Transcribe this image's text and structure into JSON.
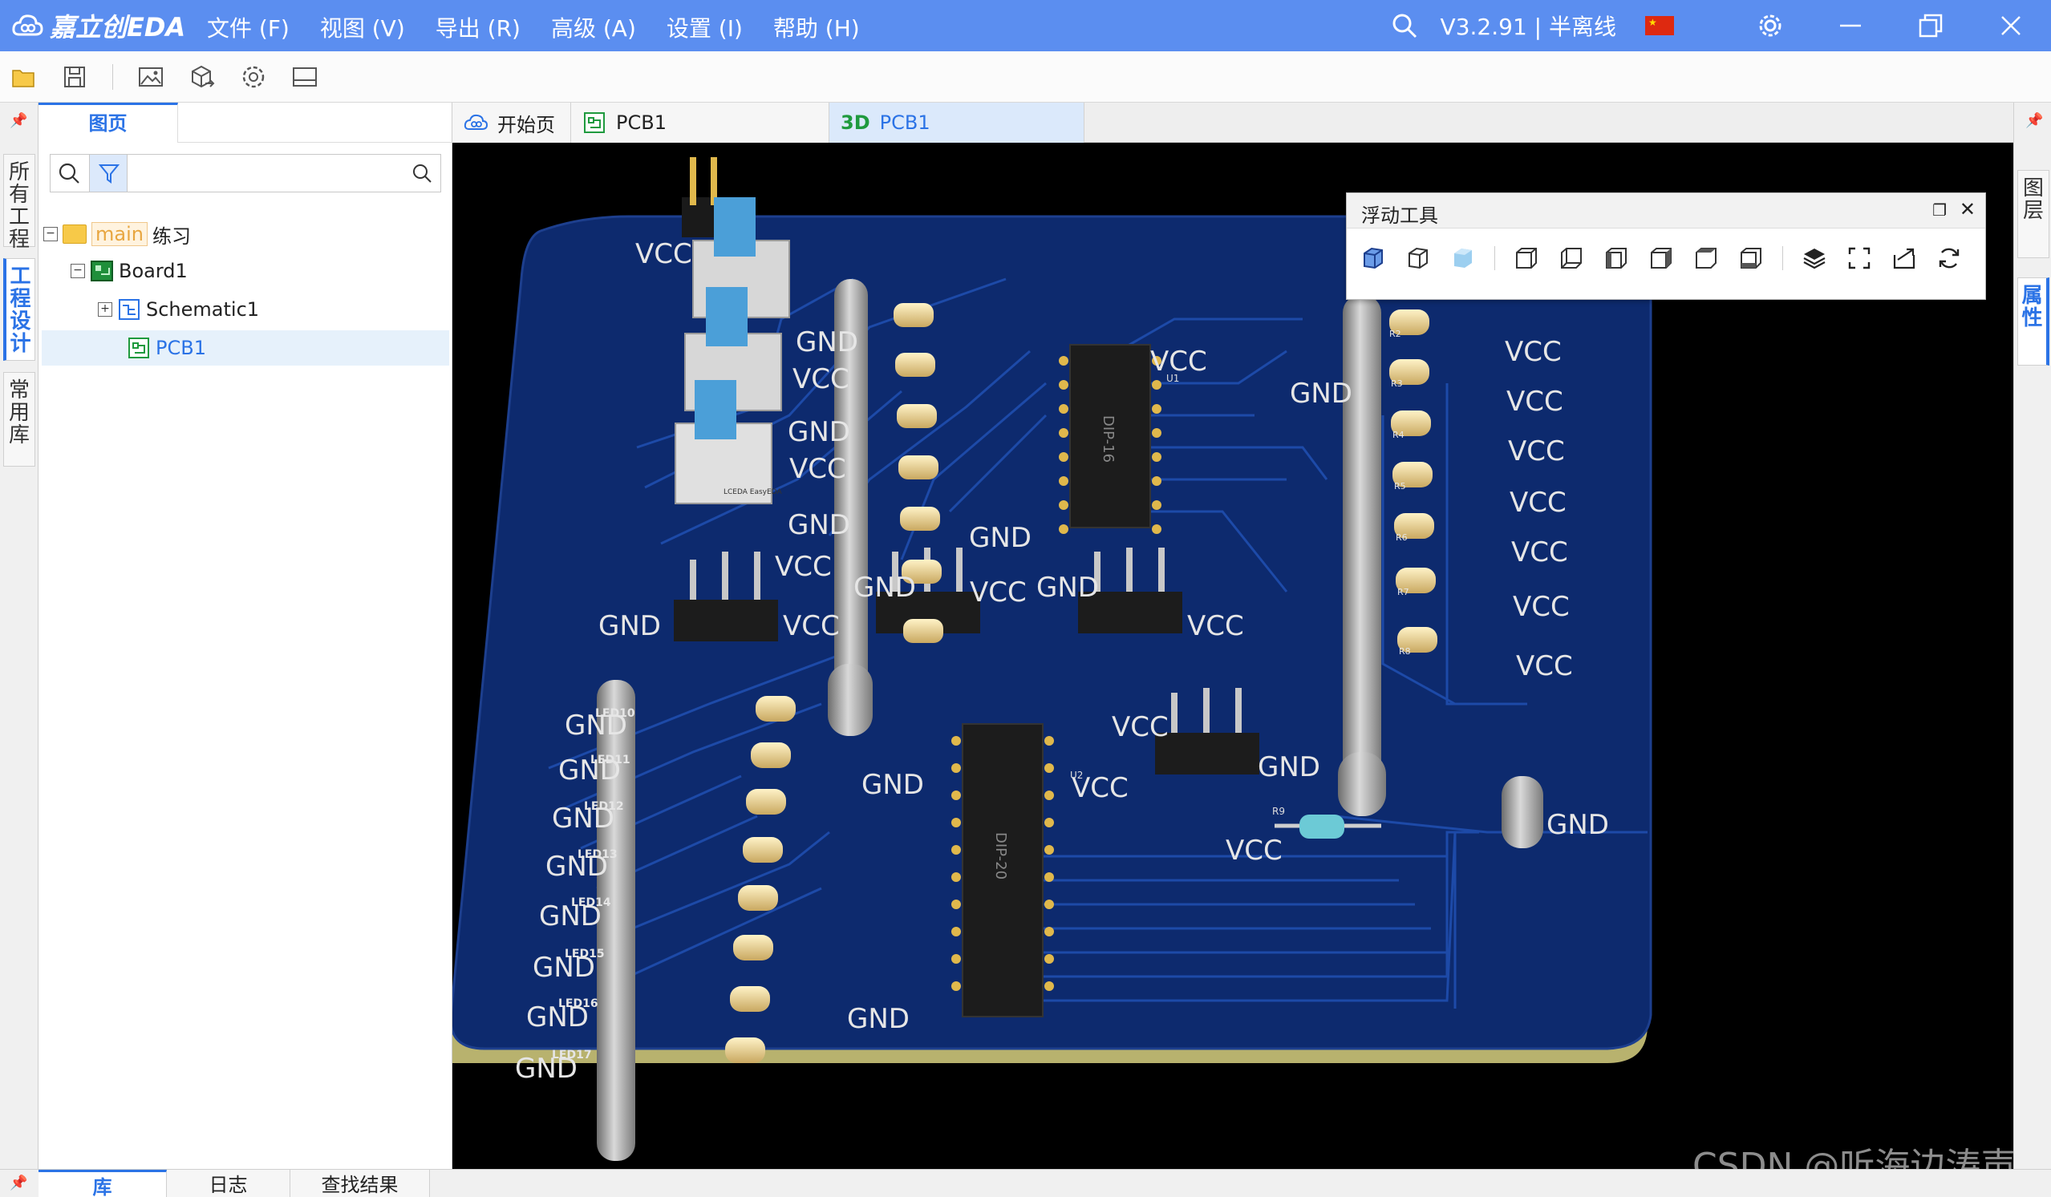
{
  "app": {
    "name": "嘉立创EDA",
    "version": "V3.2.91 | 半离线"
  },
  "menu": [
    "文件 (F)",
    "视图 (V)",
    "导出 (R)",
    "高级 (A)",
    "设置 (I)",
    "帮助 (H)"
  ],
  "toolbar": {
    "icons": [
      "folder-open-icon",
      "save-icon",
      "image-icon",
      "cube-export-icon",
      "gear-icon",
      "panel-icon"
    ]
  },
  "left_tabs": [
    "所有工程",
    "工程设计",
    "常用库"
  ],
  "right_tabs": [
    "图层",
    "属性"
  ],
  "project_panel": {
    "tab": "图页",
    "search_placeholder": "",
    "tree": {
      "project_tag": "main",
      "project_name": "练习",
      "board": "Board1",
      "schematic": "Schematic1",
      "pcb": "PCB1"
    }
  },
  "doc_tabs": [
    {
      "label": "开始页",
      "icon": "cloud-icon"
    },
    {
      "label": "PCB1",
      "icon": "pcb-icon"
    },
    {
      "prefix": "3D",
      "label": "PCB1",
      "icon": "3d-icon"
    }
  ],
  "floating_tools": {
    "title": "浮动工具",
    "icons": [
      "cube-solid-icon",
      "cube-wire-icon",
      "cube-shaded-icon",
      "view-front-icon",
      "view-back-icon",
      "view-left-icon",
      "view-right-icon",
      "view-top-icon",
      "view-bottom-icon",
      "layers-icon",
      "fit-view-icon",
      "export-icon",
      "rotate-icon"
    ]
  },
  "board": {
    "net_labels": [
      "VCC",
      "GND"
    ],
    "ic_labels": [
      "DIP-16",
      "DIP-20"
    ],
    "designators": [
      "U1",
      "U2",
      "R9",
      "LED10",
      "LED11",
      "LED12",
      "LED13",
      "LED14",
      "LED15",
      "LED16",
      "LED17",
      "R2",
      "R3",
      "R4",
      "R5",
      "R6",
      "R7",
      "R8"
    ],
    "brand": "LCEDA EasyEDA"
  },
  "bottom_tabs": [
    "库",
    "日志",
    "查找结果"
  ],
  "watermark": "CSDN @听海边涛声",
  "colors": {
    "accent": "#2b73e6",
    "titlebar": "#5b8ef0",
    "pcb": "#0d2a6e",
    "background3d": "#000000"
  }
}
